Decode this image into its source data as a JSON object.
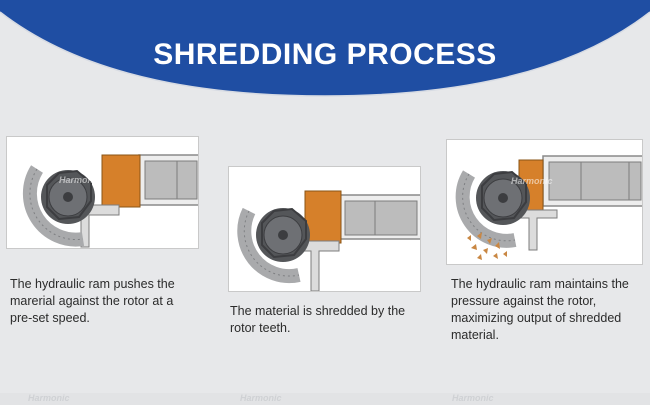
{
  "title": "SHREDDING PROCESS",
  "colors": {
    "banner": "#1f4ea3",
    "material": "#d6802a",
    "rotor": "#595b5f",
    "steel": "#b9babc",
    "chips": "#c98743"
  },
  "steps": [
    {
      "lines": [
        "The hydraulic ram pushes the",
        "marerial against the rotor at a",
        "pre-set speed."
      ]
    },
    {
      "lines": [
        "The material is shredded by the",
        "rotor teeth."
      ]
    },
    {
      "lines": [
        "The hydraulic ram maintains the",
        "pressure against the rotor,",
        "maximizing output of shredded",
        "material."
      ]
    }
  ],
  "watermark": "Harmonic"
}
